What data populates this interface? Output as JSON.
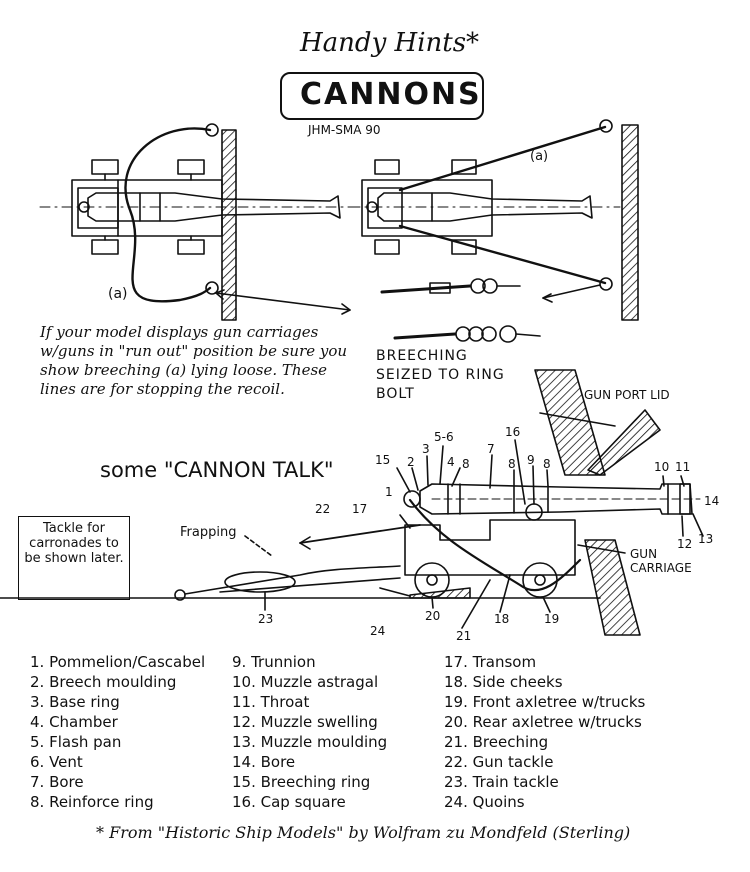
{
  "header": {
    "hint": "Handy Hints*",
    "title": "CANNONS",
    "code": "JHM-SMA 90"
  },
  "top_figure": {
    "label_a_left": "(a)",
    "label_a_right": "(a)",
    "note": "If your model displays gun carriages w/guns in \"run out\" position be sure you show breeching (a) lying loose. These lines are for stopping the recoil.",
    "breeching_caption": "BREECHING SEIZED TO RING BOLT"
  },
  "side_figure": {
    "heading": "some \"CANNON TALK\"",
    "gun_port_lid": "GUN PORT LID",
    "gun_carriage": "GUN CARRIAGE",
    "frapping": "Frapping",
    "tackle_note": "Tackle for carronades to be shown later.",
    "callouts": [
      "1",
      "2",
      "3",
      "4",
      "5-6",
      "7",
      "8",
      "8",
      "9",
      "8",
      "10",
      "11",
      "12",
      "13",
      "14",
      "15",
      "16",
      "17",
      "18",
      "19",
      "20",
      "21",
      "22",
      "23",
      "24"
    ]
  },
  "legend": [
    [
      "1. Pommelion/Cascabel",
      "2. Breech moulding",
      "3. Base ring",
      "4. Chamber",
      "5. Flash pan",
      "6. Vent",
      "7. Bore",
      "8. Reinforce ring"
    ],
    [
      "9. Trunnion",
      "10. Muzzle astragal",
      "11. Throat",
      "12. Muzzle swelling",
      "13. Muzzle moulding",
      "14. Bore",
      "15. Breeching ring",
      "16. Cap square"
    ],
    [
      "17. Transom",
      "18. Side cheeks",
      "19. Front axletree w/trucks",
      "20. Rear axletree w/trucks",
      "21. Breeching",
      "22. Gun tackle",
      "23. Train tackle",
      "24. Quoins"
    ]
  ],
  "footer": "* From \"Historic Ship Models\" by Wolfram zu Mondfeld (Sterling)"
}
